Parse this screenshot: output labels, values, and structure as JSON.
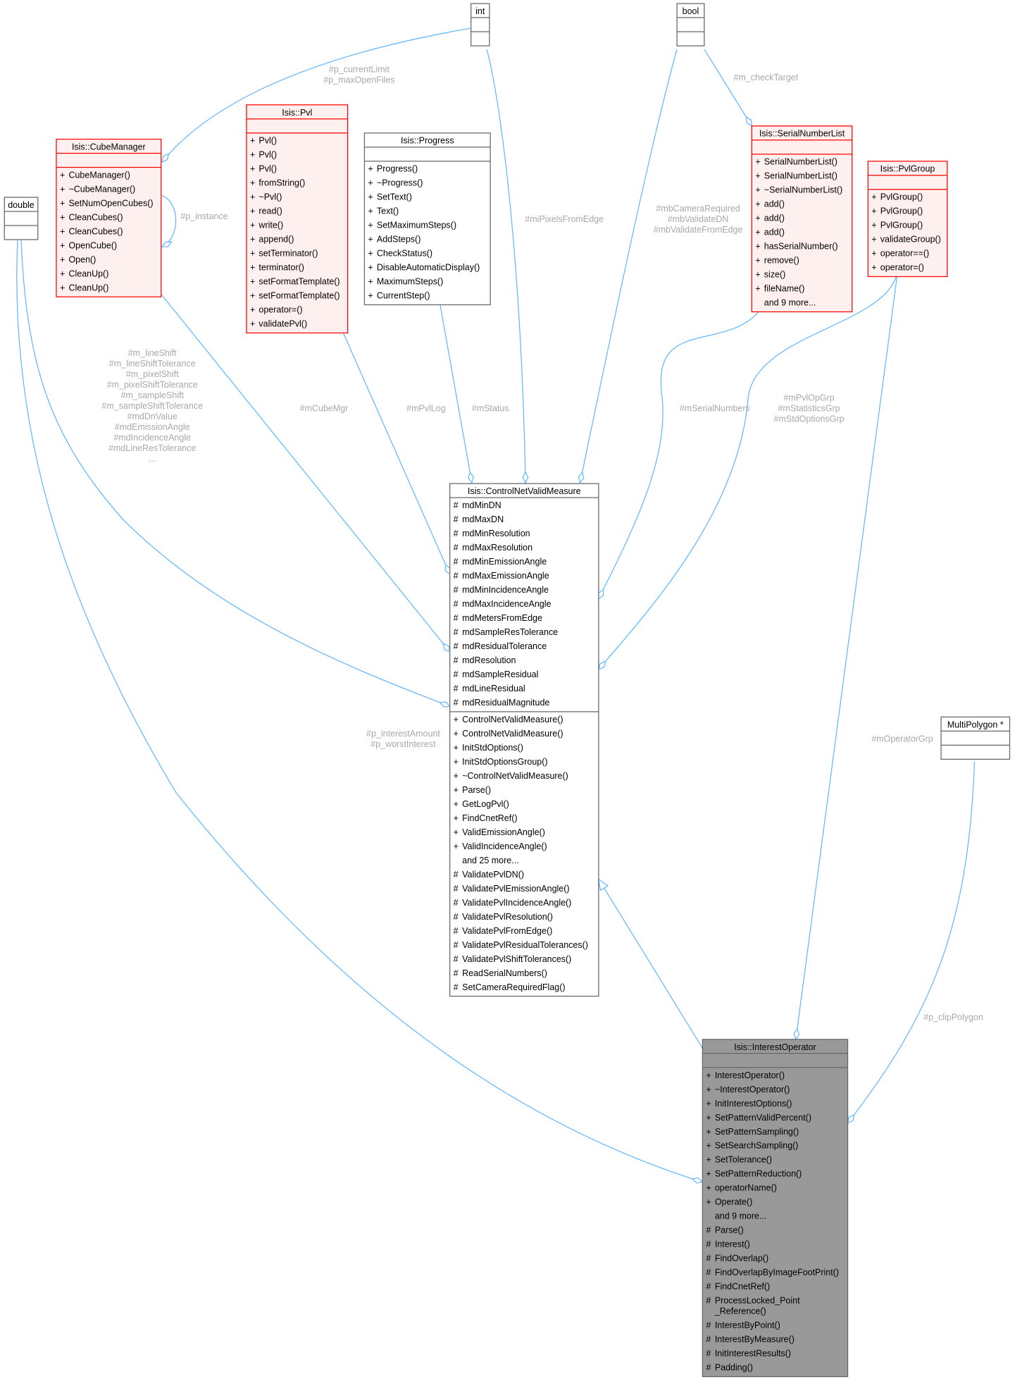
{
  "classes": {
    "double": {
      "name": "double",
      "attrs": [],
      "methods": []
    },
    "int": {
      "name": "int",
      "attrs": [],
      "methods": []
    },
    "bool": {
      "name": "bool",
      "attrs": [],
      "methods": []
    },
    "cubeManager": {
      "name": "Isis::CubeManager",
      "attrs": [],
      "methods": [
        {
          "v": "+",
          "t": "CubeManager()"
        },
        {
          "v": "+",
          "t": "~CubeManager()"
        },
        {
          "v": "+",
          "t": "SetNumOpenCubes()"
        },
        {
          "v": "+",
          "t": "CleanCubes()"
        },
        {
          "v": "+",
          "t": "CleanCubes()"
        },
        {
          "v": "+",
          "t": "OpenCube()"
        },
        {
          "v": "+",
          "t": "Open()"
        },
        {
          "v": "+",
          "t": "CleanUp()"
        },
        {
          "v": "+",
          "t": "CleanUp()"
        }
      ]
    },
    "pvl": {
      "name": "Isis::Pvl",
      "attrs": [],
      "methods": [
        {
          "v": "+",
          "t": "Pvl()"
        },
        {
          "v": "+",
          "t": "Pvl()"
        },
        {
          "v": "+",
          "t": "Pvl()"
        },
        {
          "v": "+",
          "t": "fromString()"
        },
        {
          "v": "+",
          "t": "~Pvl()"
        },
        {
          "v": "+",
          "t": "read()"
        },
        {
          "v": "+",
          "t": "write()"
        },
        {
          "v": "+",
          "t": "append()"
        },
        {
          "v": "+",
          "t": "setTerminator()"
        },
        {
          "v": "+",
          "t": "terminator()"
        },
        {
          "v": "+",
          "t": "setFormatTemplate()"
        },
        {
          "v": "+",
          "t": "setFormatTemplate()"
        },
        {
          "v": "+",
          "t": "operator=()"
        },
        {
          "v": "+",
          "t": "validatePvl()"
        }
      ]
    },
    "progress": {
      "name": "Isis::Progress",
      "attrs": [],
      "methods": [
        {
          "v": "+",
          "t": "Progress()"
        },
        {
          "v": "+",
          "t": "~Progress()"
        },
        {
          "v": "+",
          "t": "SetText()"
        },
        {
          "v": "+",
          "t": "Text()"
        },
        {
          "v": "+",
          "t": "SetMaximumSteps()"
        },
        {
          "v": "+",
          "t": "AddSteps()"
        },
        {
          "v": "+",
          "t": "CheckStatus()"
        },
        {
          "v": "+",
          "t": "DisableAutomaticDisplay()"
        },
        {
          "v": "+",
          "t": "MaximumSteps()"
        },
        {
          "v": "+",
          "t": "CurrentStep()"
        }
      ]
    },
    "serialNumberList": {
      "name": "Isis::SerialNumberList",
      "attrs": [],
      "methods": [
        {
          "v": "+",
          "t": "SerialNumberList()"
        },
        {
          "v": "+",
          "t": "SerialNumberList()"
        },
        {
          "v": "+",
          "t": "~SerialNumberList()"
        },
        {
          "v": "+",
          "t": "add()"
        },
        {
          "v": "+",
          "t": "add()"
        },
        {
          "v": "+",
          "t": "add()"
        },
        {
          "v": "+",
          "t": "hasSerialNumber()"
        },
        {
          "v": "+",
          "t": "remove()"
        },
        {
          "v": "+",
          "t": "size()"
        },
        {
          "v": "+",
          "t": "fileName()"
        },
        {
          "v": "",
          "t": "and 9 more..."
        }
      ]
    },
    "pvlGroup": {
      "name": "Isis::PvlGroup",
      "attrs": [],
      "methods": [
        {
          "v": "+",
          "t": "PvlGroup()"
        },
        {
          "v": "+",
          "t": "PvlGroup()"
        },
        {
          "v": "+",
          "t": "PvlGroup()"
        },
        {
          "v": "+",
          "t": "validateGroup()"
        },
        {
          "v": "+",
          "t": "operator==()"
        },
        {
          "v": "+",
          "t": "operator=()"
        }
      ]
    },
    "multiPolygon": {
      "name": "MultiPolygon *",
      "attrs": [],
      "methods": []
    },
    "cnvm": {
      "name": "Isis::ControlNetValidMeasure",
      "attrs": [
        {
          "v": "#",
          "t": "mdMinDN"
        },
        {
          "v": "#",
          "t": "mdMaxDN"
        },
        {
          "v": "#",
          "t": "mdMinResolution"
        },
        {
          "v": "#",
          "t": "mdMaxResolution"
        },
        {
          "v": "#",
          "t": "mdMinEmissionAngle"
        },
        {
          "v": "#",
          "t": "mdMaxEmissionAngle"
        },
        {
          "v": "#",
          "t": "mdMinIncidenceAngle"
        },
        {
          "v": "#",
          "t": "mdMaxIncidenceAngle"
        },
        {
          "v": "#",
          "t": "mdMetersFromEdge"
        },
        {
          "v": "#",
          "t": "mdSampleResTolerance"
        },
        {
          "v": "#",
          "t": "mdResidualTolerance"
        },
        {
          "v": "#",
          "t": "mdResolution"
        },
        {
          "v": "#",
          "t": "mdSampleResidual"
        },
        {
          "v": "#",
          "t": "mdLineResidual"
        },
        {
          "v": "#",
          "t": "mdResidualMagnitude"
        }
      ],
      "methods": [
        {
          "v": "+",
          "t": "ControlNetValidMeasure()"
        },
        {
          "v": "+",
          "t": "ControlNetValidMeasure()"
        },
        {
          "v": "+",
          "t": "InitStdOptions()"
        },
        {
          "v": "+",
          "t": "InitStdOptionsGroup()"
        },
        {
          "v": "+",
          "t": "~ControlNetValidMeasure()"
        },
        {
          "v": "+",
          "t": "Parse()"
        },
        {
          "v": "+",
          "t": "GetLogPvl()"
        },
        {
          "v": "+",
          "t": "FindCnetRef()"
        },
        {
          "v": "+",
          "t": "ValidEmissionAngle()"
        },
        {
          "v": "+",
          "t": "ValidIncidenceAngle()"
        },
        {
          "v": "",
          "t": "and 25 more..."
        },
        {
          "v": "#",
          "t": "ValidatePvlDN()"
        },
        {
          "v": "#",
          "t": "ValidatePvlEmissionAngle()"
        },
        {
          "v": "#",
          "t": "ValidatePvlIncidenceAngle()"
        },
        {
          "v": "#",
          "t": "ValidatePvlResolution()"
        },
        {
          "v": "#",
          "t": "ValidatePvlFromEdge()"
        },
        {
          "v": "#",
          "t": "ValidatePvlResidualTolerances()"
        },
        {
          "v": "#",
          "t": "ValidatePvlShiftTolerances()"
        },
        {
          "v": "#",
          "t": "ReadSerialNumbers()"
        },
        {
          "v": "#",
          "t": "SetCameraRequiredFlag()"
        }
      ]
    },
    "interestOperator": {
      "name": "Isis::InterestOperator",
      "attrs": [],
      "methods": [
        {
          "v": "+",
          "t": "InterestOperator()"
        },
        {
          "v": "+",
          "t": "~InterestOperator()"
        },
        {
          "v": "+",
          "t": "InitInterestOptions()"
        },
        {
          "v": "+",
          "t": "SetPatternValidPercent()"
        },
        {
          "v": "+",
          "t": "SetPatternSampling()"
        },
        {
          "v": "+",
          "t": "SetSearchSampling()"
        },
        {
          "v": "+",
          "t": "SetTolerance()"
        },
        {
          "v": "+",
          "t": "SetPatternReduction()"
        },
        {
          "v": "+",
          "t": "operatorName()"
        },
        {
          "v": "+",
          "t": "Operate()"
        },
        {
          "v": "",
          "t": "and 9 more..."
        },
        {
          "v": "#",
          "t": "Parse()"
        },
        {
          "v": "#",
          "t": "Interest()"
        },
        {
          "v": "#",
          "t": "FindOverlap()"
        },
        {
          "v": "#",
          "t": "FindOverlapByImageFootPrint()"
        },
        {
          "v": "#",
          "t": "FindCnetRef()"
        },
        {
          "v": "#",
          "t": "ProcessLocked_Point",
          "t2": "_Reference()"
        },
        {
          "v": "#",
          "t": "InterestByPoint()"
        },
        {
          "v": "#",
          "t": "InterestByMeasure()"
        },
        {
          "v": "#",
          "t": "InitInterestResults()"
        },
        {
          "v": "#",
          "t": "Padding()"
        }
      ]
    }
  },
  "edge_labels": {
    "int_cubeManager": [
      "#p_currentLimit",
      "#p_maxOpenFiles"
    ],
    "cubeManager_self": [
      "#p_instance"
    ],
    "double_cnvm": [
      "#m_lineShift",
      "#m_lineShiftTolerance",
      "#m_pixelShift",
      "#m_pixelShiftTolerance",
      "#m_sampleShift",
      "#m_sampleShiftTolerance",
      "#mdDnValue",
      "#mdEmissionAngle",
      "#mdIncidenceAngle",
      "#mdLineResTolerance",
      "..."
    ],
    "cubeManager_cnvm": [
      "#mCubeMgr"
    ],
    "pvl_cnvm": [
      "#mPvlLog"
    ],
    "progress_cnvm": [
      "#mStatus"
    ],
    "int_cnvm": [
      "#miPixelsFromEdge"
    ],
    "bool_cnvm": [
      "#mbCameraRequired",
      "#mbValidateDN",
      "#mbValidateFromEdge"
    ],
    "bool_serialNumberList": [
      "#m_checkTarget"
    ],
    "serialNumberList_cnvm": [
      "#mSerialNumbers"
    ],
    "pvlGroup_cnvm": [
      "#mPvlOpGrp",
      "#mStatisticsGrp",
      "#mStdOptionsGrp"
    ],
    "double_interestOperator": [
      "#p_interestAmount",
      "#p_worstInterest"
    ],
    "pvlGroup_interestOperator": [
      "#mOperatorGrp"
    ],
    "multiPolygon_interestOperator": [
      "#p_clipPolygon"
    ]
  },
  "colors": {
    "edge": "#63b8ff",
    "highlight_border": "#ff0000",
    "highlight_fill": "#fff0f0",
    "current_fill": "#999999",
    "border": "#666666"
  }
}
